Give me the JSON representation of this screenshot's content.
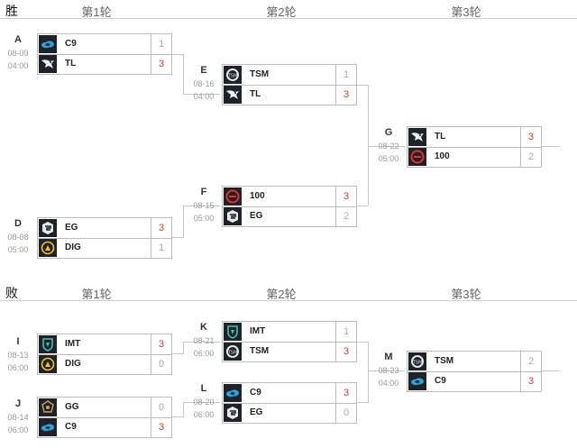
{
  "winners": {
    "label": "胜",
    "rounds": [
      "第1轮",
      "第2轮",
      "第3轮"
    ],
    "matches": [
      {
        "letter": "A",
        "date": "08-09",
        "time": "04:00",
        "teams": [
          {
            "name": "C9",
            "logo": "c9-logo-icon",
            "score": "1"
          },
          {
            "name": "TL",
            "logo": "tl-logo-icon",
            "score": "3"
          }
        ]
      },
      {
        "letter": "D",
        "date": "08-08",
        "time": "05:00",
        "teams": [
          {
            "name": "EG",
            "logo": "eg-logo-icon",
            "score": "3"
          },
          {
            "name": "DIG",
            "logo": "dig-logo-icon",
            "score": "1"
          }
        ]
      },
      {
        "letter": "E",
        "date": "08-16",
        "time": "04:00",
        "teams": [
          {
            "name": "TSM",
            "logo": "tsm-logo-icon",
            "score": "1"
          },
          {
            "name": "TL",
            "logo": "tl-logo-icon",
            "score": "3"
          }
        ]
      },
      {
        "letter": "F",
        "date": "08-15",
        "time": "05:00",
        "teams": [
          {
            "name": "100",
            "logo": "100t-logo-icon",
            "score": "3"
          },
          {
            "name": "EG",
            "logo": "eg-logo-icon",
            "score": "2"
          }
        ]
      },
      {
        "letter": "G",
        "date": "08-22",
        "time": "05:00",
        "teams": [
          {
            "name": "TL",
            "logo": "tl-logo-icon",
            "score": "3"
          },
          {
            "name": "100",
            "logo": "100t-logo-icon",
            "score": "2"
          }
        ]
      }
    ]
  },
  "losers": {
    "label": "败",
    "rounds": [
      "第1轮",
      "第2轮",
      "第3轮"
    ],
    "matches": [
      {
        "letter": "I",
        "date": "08-13",
        "time": "06:00",
        "teams": [
          {
            "name": "IMT",
            "logo": "imt-logo-icon",
            "score": "3"
          },
          {
            "name": "DIG",
            "logo": "dig-logo-icon",
            "score": "0"
          }
        ]
      },
      {
        "letter": "J",
        "date": "08-14",
        "time": "06:00",
        "teams": [
          {
            "name": "GG",
            "logo": "gg-logo-icon",
            "score": "0"
          },
          {
            "name": "C9",
            "logo": "c9-logo-icon",
            "score": "3"
          }
        ]
      },
      {
        "letter": "K",
        "date": "08-21",
        "time": "06:00",
        "teams": [
          {
            "name": "IMT",
            "logo": "imt-logo-icon",
            "score": "1"
          },
          {
            "name": "TSM",
            "logo": "tsm-logo-icon",
            "score": "3"
          }
        ]
      },
      {
        "letter": "L",
        "date": "08-20",
        "time": "06:00",
        "teams": [
          {
            "name": "C9",
            "logo": "c9-logo-icon",
            "score": "3"
          },
          {
            "name": "EG",
            "logo": "eg-logo-icon",
            "score": "0"
          }
        ]
      },
      {
        "letter": "M",
        "date": "08-23",
        "time": "04:00",
        "teams": [
          {
            "name": "TSM",
            "logo": "tsm-logo-icon",
            "score": "2"
          },
          {
            "name": "C9",
            "logo": "c9-logo-icon",
            "score": "3"
          }
        ]
      }
    ]
  },
  "colors": {
    "win": "#d83a2e",
    "lose": "#aaaaaa",
    "border": "#bdbdbd",
    "logo_bg": "#1f2228"
  }
}
